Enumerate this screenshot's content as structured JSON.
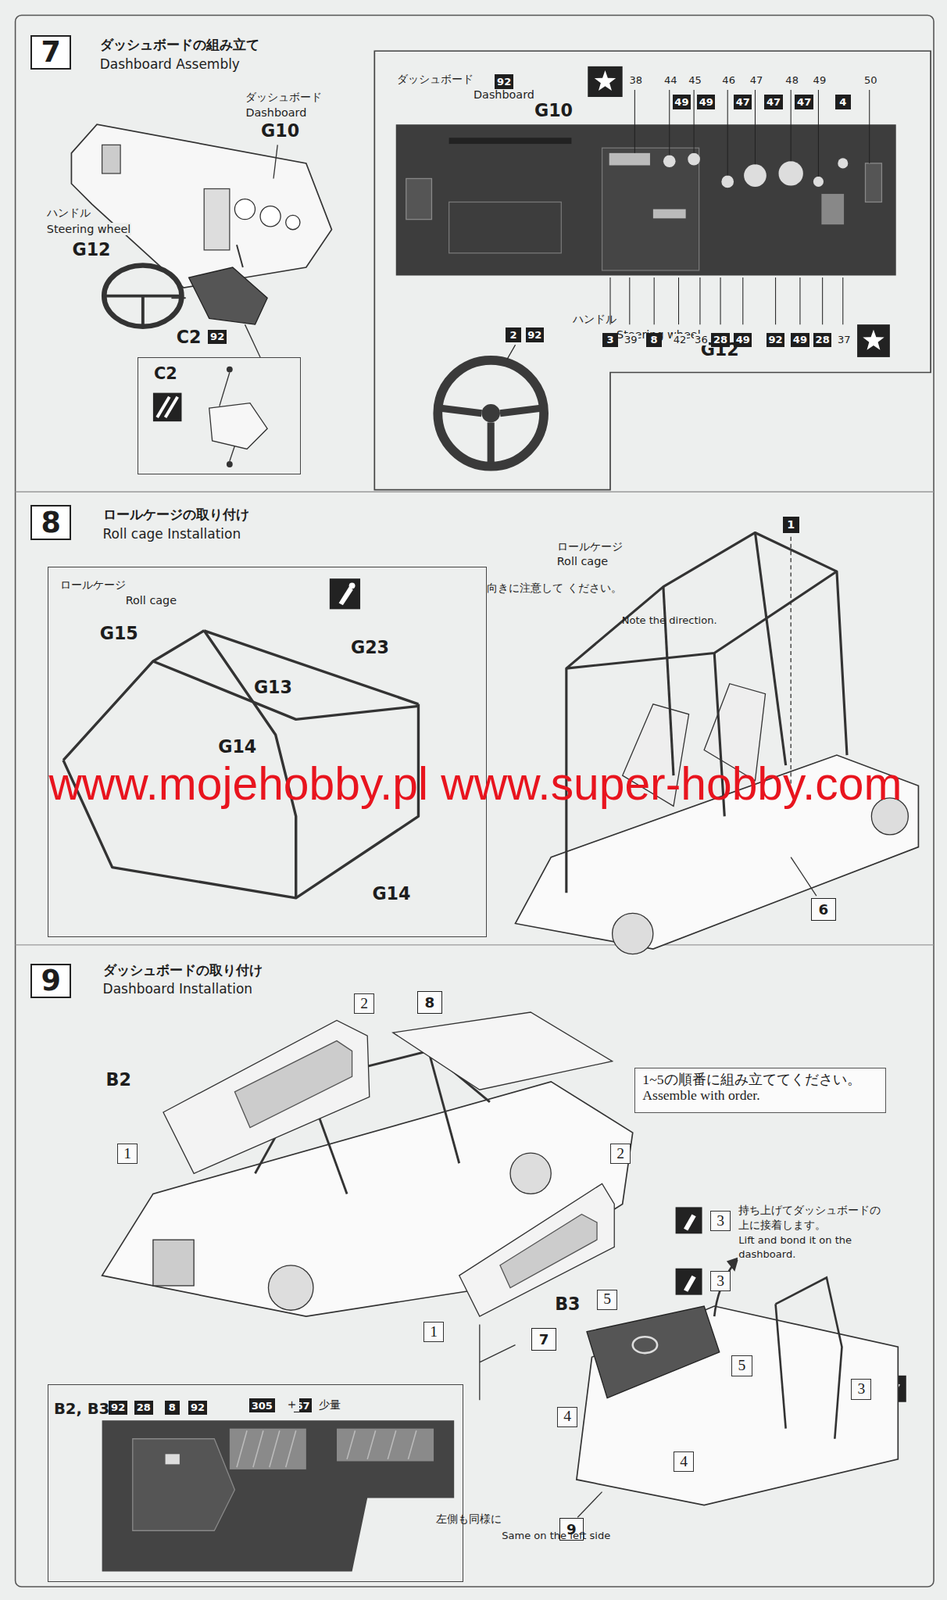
{
  "diagram": {
    "nodes": [
      {
        "text": [
          "7"
        ]
      },
      {
        "text": [
          "ダッシュボード",
          "Dashboard",
          "G10",
          "ハンドル",
          "Steering wheel",
          "G12"
        ]
      },
      {
        "text": [
          "92"
        ],
        "in": 1
      },
      {
        "text": [
          "49"
        ],
        "in": 1
      },
      {
        "text": [
          "49"
        ],
        "in": 1
      },
      {
        "text": [
          "47"
        ],
        "in": 1
      },
      {
        "text": [
          "47"
        ],
        "in": 1
      },
      {
        "text": [
          "47"
        ],
        "in": 1
      },
      {
        "text": [
          "4"
        ],
        "in": 1
      },
      {
        "text": [
          "3"
        ],
        "in": 1
      },
      {
        "text": [
          "8"
        ],
        "in": 1
      },
      {
        "text": [
          "28"
        ],
        "in": 1
      },
      {
        "text": [
          "49"
        ],
        "in": 1
      },
      {
        "text": [
          "92"
        ],
        "in": 1
      },
      {
        "text": [
          "49"
        ],
        "in": 1
      },
      {
        "text": [
          "28"
        ],
        "in": 1
      },
      {
        "text": [
          "2"
        ],
        "in": 1
      },
      {
        "text": [
          "92"
        ],
        "in": 1
      },
      {
        "text": [
          "92"
        ]
      },
      {
        "text": [
          "C2"
        ]
      },
      {
        "text": [
          "8"
        ]
      },
      {
        "text": [
          "ロールケージ",
          "Roll cage",
          "向きに注意して ください。",
          "Note the direction."
        ]
      },
      {
        "text": [
          "1"
        ]
      },
      {
        "text": [
          "6"
        ]
      },
      {
        "text": [
          "9"
        ]
      },
      {
        "text": [
          "2"
        ]
      },
      {
        "text": [
          "8"
        ]
      },
      {
        "text": [
          "1"
        ]
      },
      {
        "text": [
          "2"
        ]
      },
      {
        "text": [
          "1"
        ]
      },
      {
        "text": [
          "1~5の順番に組み立ててください。",
          "Assemble with order."
        ]
      },
      {
        "text": [
          "3"
        ]
      },
      {
        "text": [
          "3"
        ]
      },
      {
        "text": [
          "5"
        ]
      },
      {
        "text": [
          "7"
        ]
      },
      {
        "text": [
          "4"
        ]
      },
      {
        "text": [
          "5"
        ]
      },
      {
        "text": [
          "4"
        ]
      },
      {
        "text": [
          "3"
        ]
      },
      {
        "text": [
          "9"
        ]
      },
      {
        "text": [
          "B2, B3",
          "左側も同様に",
          "Same on the left side"
        ]
      },
      {
        "text": [
          "92"
        ],
        "in": 40
      },
      {
        "text": [
          "28"
        ],
        "in": 40
      },
      {
        "text": [
          "8"
        ],
        "in": 40
      },
      {
        "text": [
          "92"
        ],
        "in": 40
      },
      {
        "text": [
          "305"
        ],
        "in": 40
      },
      {
        "text": [
          "67"
        ],
        "in": 40
      }
    ],
    "labels": [
      "ダッシュボードの組み立て",
      "Dashboard Assembly",
      "ダッシュボード",
      "Dashboard",
      "G10",
      "ハンドル",
      "Steering wheel",
      "G12",
      "C2",
      "38",
      "44",
      "45",
      "46",
      "47",
      "48",
      "49",
      "50",
      "39",
      "42",
      "36",
      "37",
      "ロールケージの取り付け",
      "Roll cage Installation",
      "G15",
      "G23",
      "G13",
      "G14",
      "G14",
      "ロールケージ",
      "Roll cage",
      "www.mojehobby.pl www.super-hobby.com",
      "ダッシュボードの取り付け",
      "Dashboard Installation",
      "B2",
      "B3",
      "持ち上げてダッシュボードの",
      "上に接着します。",
      "Lift and bond it on the",
      "dashboard.",
      "＋",
      "少量"
    ]
  }
}
